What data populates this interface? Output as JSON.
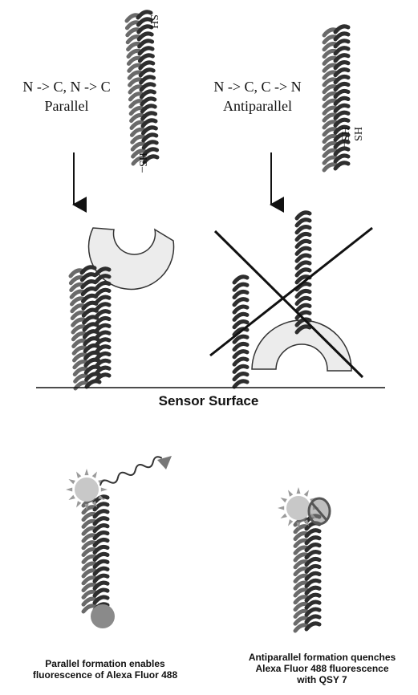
{
  "panels": {
    "parallel": {
      "orientation": "N -> C, N -> C",
      "name": "Parallel",
      "thiol_top": "SH",
      "thiol_bottom": "HS–"
    },
    "antiparallel": {
      "orientation": "N -> C, C -> N",
      "name": "Antiparallel",
      "thiol_left": "HS–",
      "thiol_right": "HS"
    }
  },
  "surface_label": "Sensor Surface",
  "captions": {
    "parallel": [
      "Parallel formation enables",
      "fluorescence of Alexa Fluor 488"
    ],
    "antiparallel": [
      "Antiparallel formation quenches",
      "Alexa Fluor 488 fluorescence",
      "with QSY 7"
    ]
  },
  "colors": {
    "helix": "#2e2e2e",
    "helix_light": "#6a6a6a",
    "receptor_fill": "#ececec",
    "fluorophore": "#c8c8c8",
    "quencher": "#8a8a8a",
    "emission": "#777777"
  }
}
